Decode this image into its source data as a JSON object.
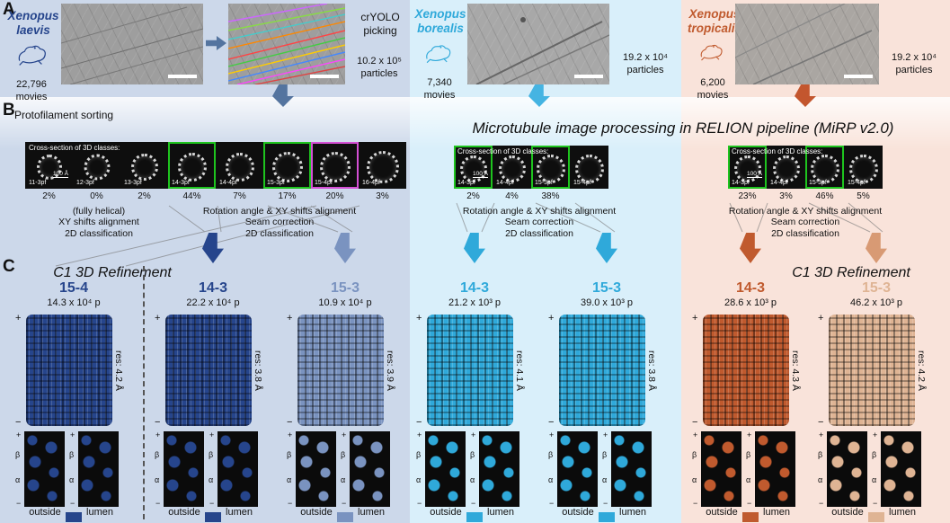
{
  "sym": {
    "plus": "+",
    "minus": "−",
    "beta": "β",
    "alpha": "α"
  },
  "colors": {
    "laevis": "#26458c",
    "laevis_light": "#7a93c0",
    "borealis": "#2fa9da",
    "tropicalis": "#c05a2e",
    "tropicalis_light": "#dfb494",
    "class_selected_green": "#1ec41e",
    "class_selected_magenta": "#d44fd4"
  },
  "panelA": {
    "label": "A",
    "laevis": {
      "genus": "Xenopus",
      "species": "laevis",
      "movies": "22,796",
      "movies_word": "movies",
      "cryolo1": "crYOLO",
      "cryolo2": "picking",
      "particles": "10.2 x 10⁵",
      "particles_word": "particles"
    },
    "borealis": {
      "genus": "Xenopus",
      "species": "borealis",
      "movies": "7,340",
      "movies_word": "movies",
      "particles": "19.2 x 10⁴",
      "particles_word": "particles"
    },
    "tropicalis": {
      "genus": "Xenopus",
      "species": "tropicalis",
      "movies": "6,200",
      "movies_word": "movies",
      "particles": "19.2 x 10⁴",
      "particles_word": "particles"
    }
  },
  "panelB": {
    "label": "B",
    "sorting_title": "Protofilament sorting",
    "pipeline_title": "Microtubule image processing in RELION pipeline (MiRP v2.0)",
    "strip_header": "Cross-section of 3D classes:",
    "scalebar": "100 Å",
    "laevis_classes": [
      {
        "label": "11-3pf",
        "pct": "2%",
        "box": "none"
      },
      {
        "label": "12-3pf",
        "pct": "0%",
        "box": "none"
      },
      {
        "label": "13-3pf",
        "pct": "2%",
        "box": "none"
      },
      {
        "label": "14-3pf",
        "pct": "44%",
        "box": "green"
      },
      {
        "label": "14-4pf",
        "pct": "7%",
        "box": "none"
      },
      {
        "label": "15-3pf",
        "pct": "17%",
        "box": "green"
      },
      {
        "label": "15-4pf",
        "pct": "20%",
        "box": "magenta"
      },
      {
        "label": "16-4pf",
        "pct": "3%",
        "box": "none"
      }
    ],
    "borealis_classes": [
      {
        "label": "14-3pf",
        "pct": "2%",
        "box": "green"
      },
      {
        "label": "14-4pf",
        "pct": "4%",
        "box": "none"
      },
      {
        "label": "15-3pf",
        "pct": "38%",
        "box": "green"
      },
      {
        "label": "15-4pf",
        "pct": "",
        "box": "none"
      }
    ],
    "tropicalis_classes": [
      {
        "label": "14-3pf",
        "pct": "23%",
        "box": "green"
      },
      {
        "label": "14-4pf",
        "pct": "3%",
        "box": "none"
      },
      {
        "label": "15-3pf",
        "pct": "46%",
        "box": "green"
      },
      {
        "label": "15-4pf",
        "pct": "5%",
        "box": "none"
      }
    ],
    "laevis_left_steps": [
      "(fully helical)",
      "XY shifts alignment",
      "2D classification"
    ],
    "align_steps": [
      "Rotation angle & XY shifts alignment",
      "Seam correction",
      "2D classification"
    ]
  },
  "panelC": {
    "label": "C",
    "refinement_title": "C1 3D Refinement",
    "outside": "outside",
    "lumen": "lumen",
    "columns": [
      {
        "title": "15-4",
        "count": "14.3 x 10⁴ p",
        "res": "res: 4.2 Å"
      },
      {
        "title": "14-3",
        "count": "22.2 x 10⁴ p",
        "res": "res: 3.8 Å"
      },
      {
        "title": "15-3",
        "count": "10.9 x 10⁴ p",
        "res": "res: 3.9 Å"
      },
      {
        "title": "14-3",
        "count": "21.2 x 10³ p",
        "res": "res: 4.1 Å"
      },
      {
        "title": "15-3",
        "count": "39.0 x 10³ p",
        "res": "res: 3.8 Å"
      },
      {
        "title": "14-3",
        "count": "28.6 x 10³ p",
        "res": "res: 4.3 Å"
      },
      {
        "title": "15-3",
        "count": "46.2 x 10³ p",
        "res": "res: 4.2 Å"
      }
    ]
  }
}
